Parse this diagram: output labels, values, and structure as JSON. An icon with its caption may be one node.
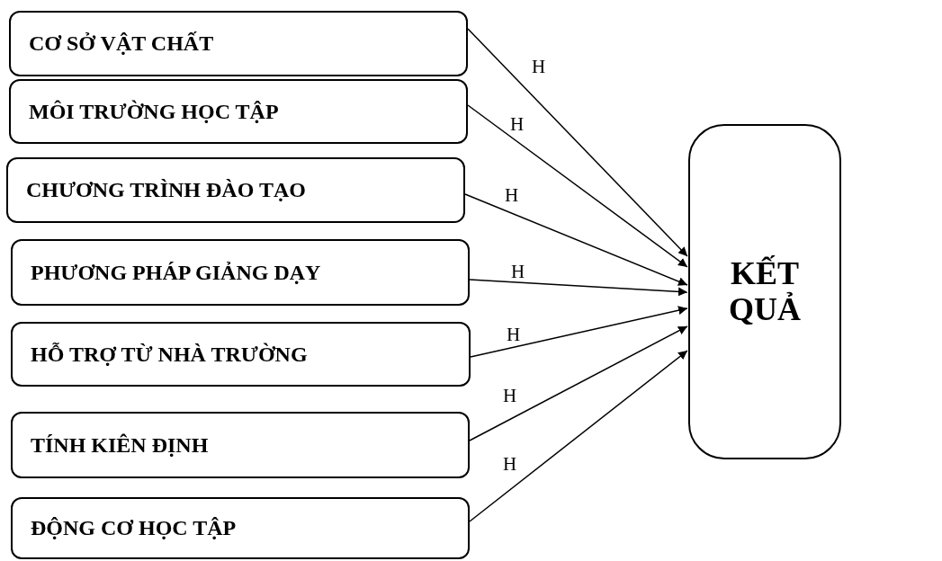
{
  "diagram": {
    "nodes": [
      {
        "text": [
          "CƠ SỞ VẬT CHẤT"
        ]
      },
      {
        "text": [
          "MÔI TRƯỜNG HỌC TẬP"
        ]
      },
      {
        "text": [
          "CHƯƠNG TRÌNH ĐÀO TẠO"
        ]
      },
      {
        "text": [
          "PHƯƠNG PHÁP GIẢNG DẠY"
        ]
      },
      {
        "text": [
          "HỖ TRỢ TỪ NHÀ TRƯỜNG"
        ]
      },
      {
        "text": [
          "TÍNH KIÊN ĐỊNH"
        ]
      },
      {
        "text": [
          "ĐỘNG CƠ HỌC TẬP"
        ]
      },
      {
        "text": [
          "KẾT QUẢ"
        ]
      }
    ],
    "edges": [
      {
        "from": 0,
        "to": 7,
        "arrow": "to",
        "label": "H"
      },
      {
        "from": 1,
        "to": 7,
        "arrow": "to",
        "label": "H"
      },
      {
        "from": 2,
        "to": 7,
        "arrow": "to",
        "label": "H"
      },
      {
        "from": 3,
        "to": 7,
        "arrow": "to",
        "label": "H"
      },
      {
        "from": 4,
        "to": 7,
        "arrow": "to",
        "label": "H"
      },
      {
        "from": 5,
        "to": 7,
        "arrow": "to",
        "label": "H"
      },
      {
        "from": 6,
        "to": 7,
        "arrow": "to",
        "label": "H"
      }
    ]
  }
}
